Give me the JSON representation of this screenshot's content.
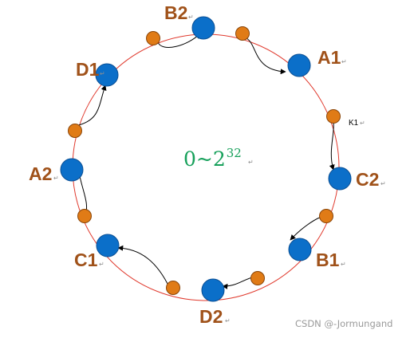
{
  "colors": {
    "ring": "#e03a2e",
    "server": "#0b6fc9",
    "server_stroke": "#0a4f94",
    "key": "#e07b16",
    "key_stroke": "#8a4508",
    "label": "#a0521a",
    "range": "#16a05a",
    "arrow": "#000000",
    "mark": "#8f8f8f",
    "watermark": "#9a9a9a"
  },
  "ring": {
    "range_base": "0~2",
    "range_exp": "32"
  },
  "servers": [
    {
      "id": "B2",
      "label": "B2"
    },
    {
      "id": "A1",
      "label": "A1"
    },
    {
      "id": "C2",
      "label": "C2"
    },
    {
      "id": "B1",
      "label": "B1"
    },
    {
      "id": "D2",
      "label": "D2"
    },
    {
      "id": "C1",
      "label": "C1"
    },
    {
      "id": "A2",
      "label": "A2"
    },
    {
      "id": "D1",
      "label": "D1"
    }
  ],
  "keys": [
    {
      "id": "k-b2"
    },
    {
      "id": "k-a1"
    },
    {
      "id": "K1",
      "label": "K1"
    },
    {
      "id": "k-b1"
    },
    {
      "id": "k-d2"
    },
    {
      "id": "k-c1"
    },
    {
      "id": "k-a2"
    },
    {
      "id": "k-d1"
    }
  ],
  "paragraph_mark": "↵",
  "watermark": "CSDN @-Jormungand"
}
